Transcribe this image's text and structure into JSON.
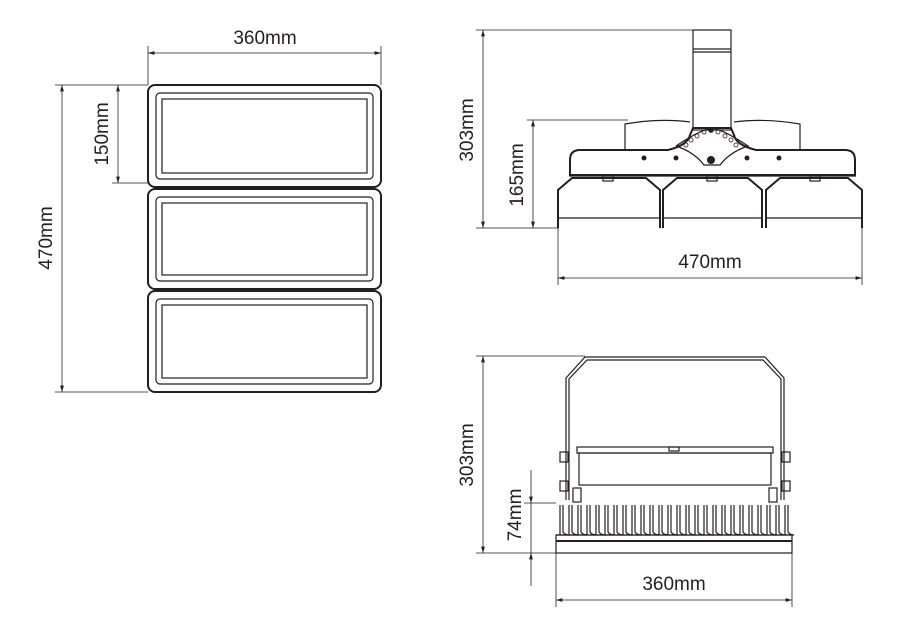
{
  "front_view": {
    "width_label": "360mm",
    "height_label": "470mm",
    "module_height_label": "150mm",
    "module_count": 3
  },
  "side_view": {
    "height_label": "303mm",
    "body_height_label": "165mm",
    "width_label": "470mm",
    "lamp_count": 3
  },
  "end_view": {
    "height_label": "303mm",
    "heatsink_height_label": "74mm",
    "width_label": "360mm"
  },
  "colors": {
    "line": "#231f20",
    "background": "#ffffff"
  }
}
